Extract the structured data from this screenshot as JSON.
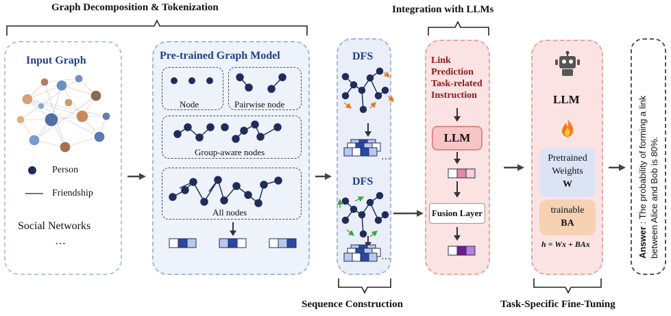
{
  "sections": {
    "graph_decomposition": "Graph Decomposition & Tokenization",
    "integration": "Integration with LLMs",
    "sequence_construction": "Sequence Construction",
    "fine_tuning": "Task-Specific Fine-Tuning"
  },
  "input_graph": {
    "title": "Input Graph",
    "legend_node": "Person",
    "legend_edge": "Friendship",
    "network_label": "Social Networks",
    "ellipsis": "…"
  },
  "pretrained": {
    "title": "Pre-trained Graph Model",
    "node": "Node",
    "pairwise": "Pairwise node",
    "group": "Group-aware nodes",
    "all": "All nodes"
  },
  "dfs": {
    "label_top": "DFS",
    "label_bottom": "DFS",
    "ellipsis": "…"
  },
  "llm_panel": {
    "instruction": [
      "Link",
      "Prediction",
      "Task-related",
      "Instruction"
    ],
    "llm": "LLM",
    "fusion": "Fusion Layer"
  },
  "finetune": {
    "llm": "LLM",
    "pretrained_weights": [
      "Pretrained",
      "Weights"
    ],
    "weights_symbol": "W",
    "trainable": "trainable",
    "trainable_symbol": "BA",
    "formula": "h = Wx + BAx"
  },
  "answer": {
    "label": "Answer",
    "line1": " : The probability of forming a link",
    "line2": "between Alice and Bob is 80%."
  },
  "colors": {
    "panel_border": "#a9b6d4",
    "panel_bg": "#f2f5fb",
    "pink_panel": "#fbe3e3",
    "node": "#1f2d5a",
    "instruction_text": "#8b1a1a",
    "weights_box": "#dce3f5",
    "trainable_box": "#f6d2b3",
    "arrow_orange": "#e8761e",
    "arrow_green": "#3aa63a"
  }
}
